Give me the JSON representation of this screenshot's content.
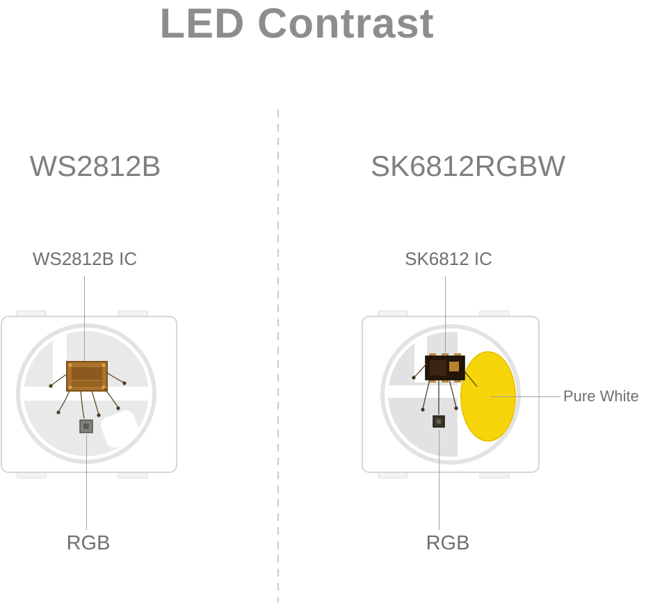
{
  "title": "LED Contrast",
  "left": {
    "heading": "WS2812B",
    "ic_label": "WS2812B IC",
    "rgb_label": "RGB"
  },
  "right": {
    "heading": "SK6812RGBW",
    "ic_label": "SK6812 IC",
    "pure_white_label": "Pure White",
    "rgb_label": "RGB"
  },
  "colors": {
    "title_text": "#8d8d8d",
    "heading_text": "#7f7f7f",
    "label_text": "#6f6f6f",
    "leader_line": "#9e9e9e",
    "divider_dash": "#c9c9c9",
    "package_border": "#d6d6d6",
    "lens_ring": "#e3e3e3",
    "lens_fill_left": "#e9e9e9",
    "lens_fill_right": "#e2e2e2",
    "ic_copper": "#aa722c",
    "ic_dark": "#231608",
    "phosphor_yellow": "#f6d60a"
  }
}
